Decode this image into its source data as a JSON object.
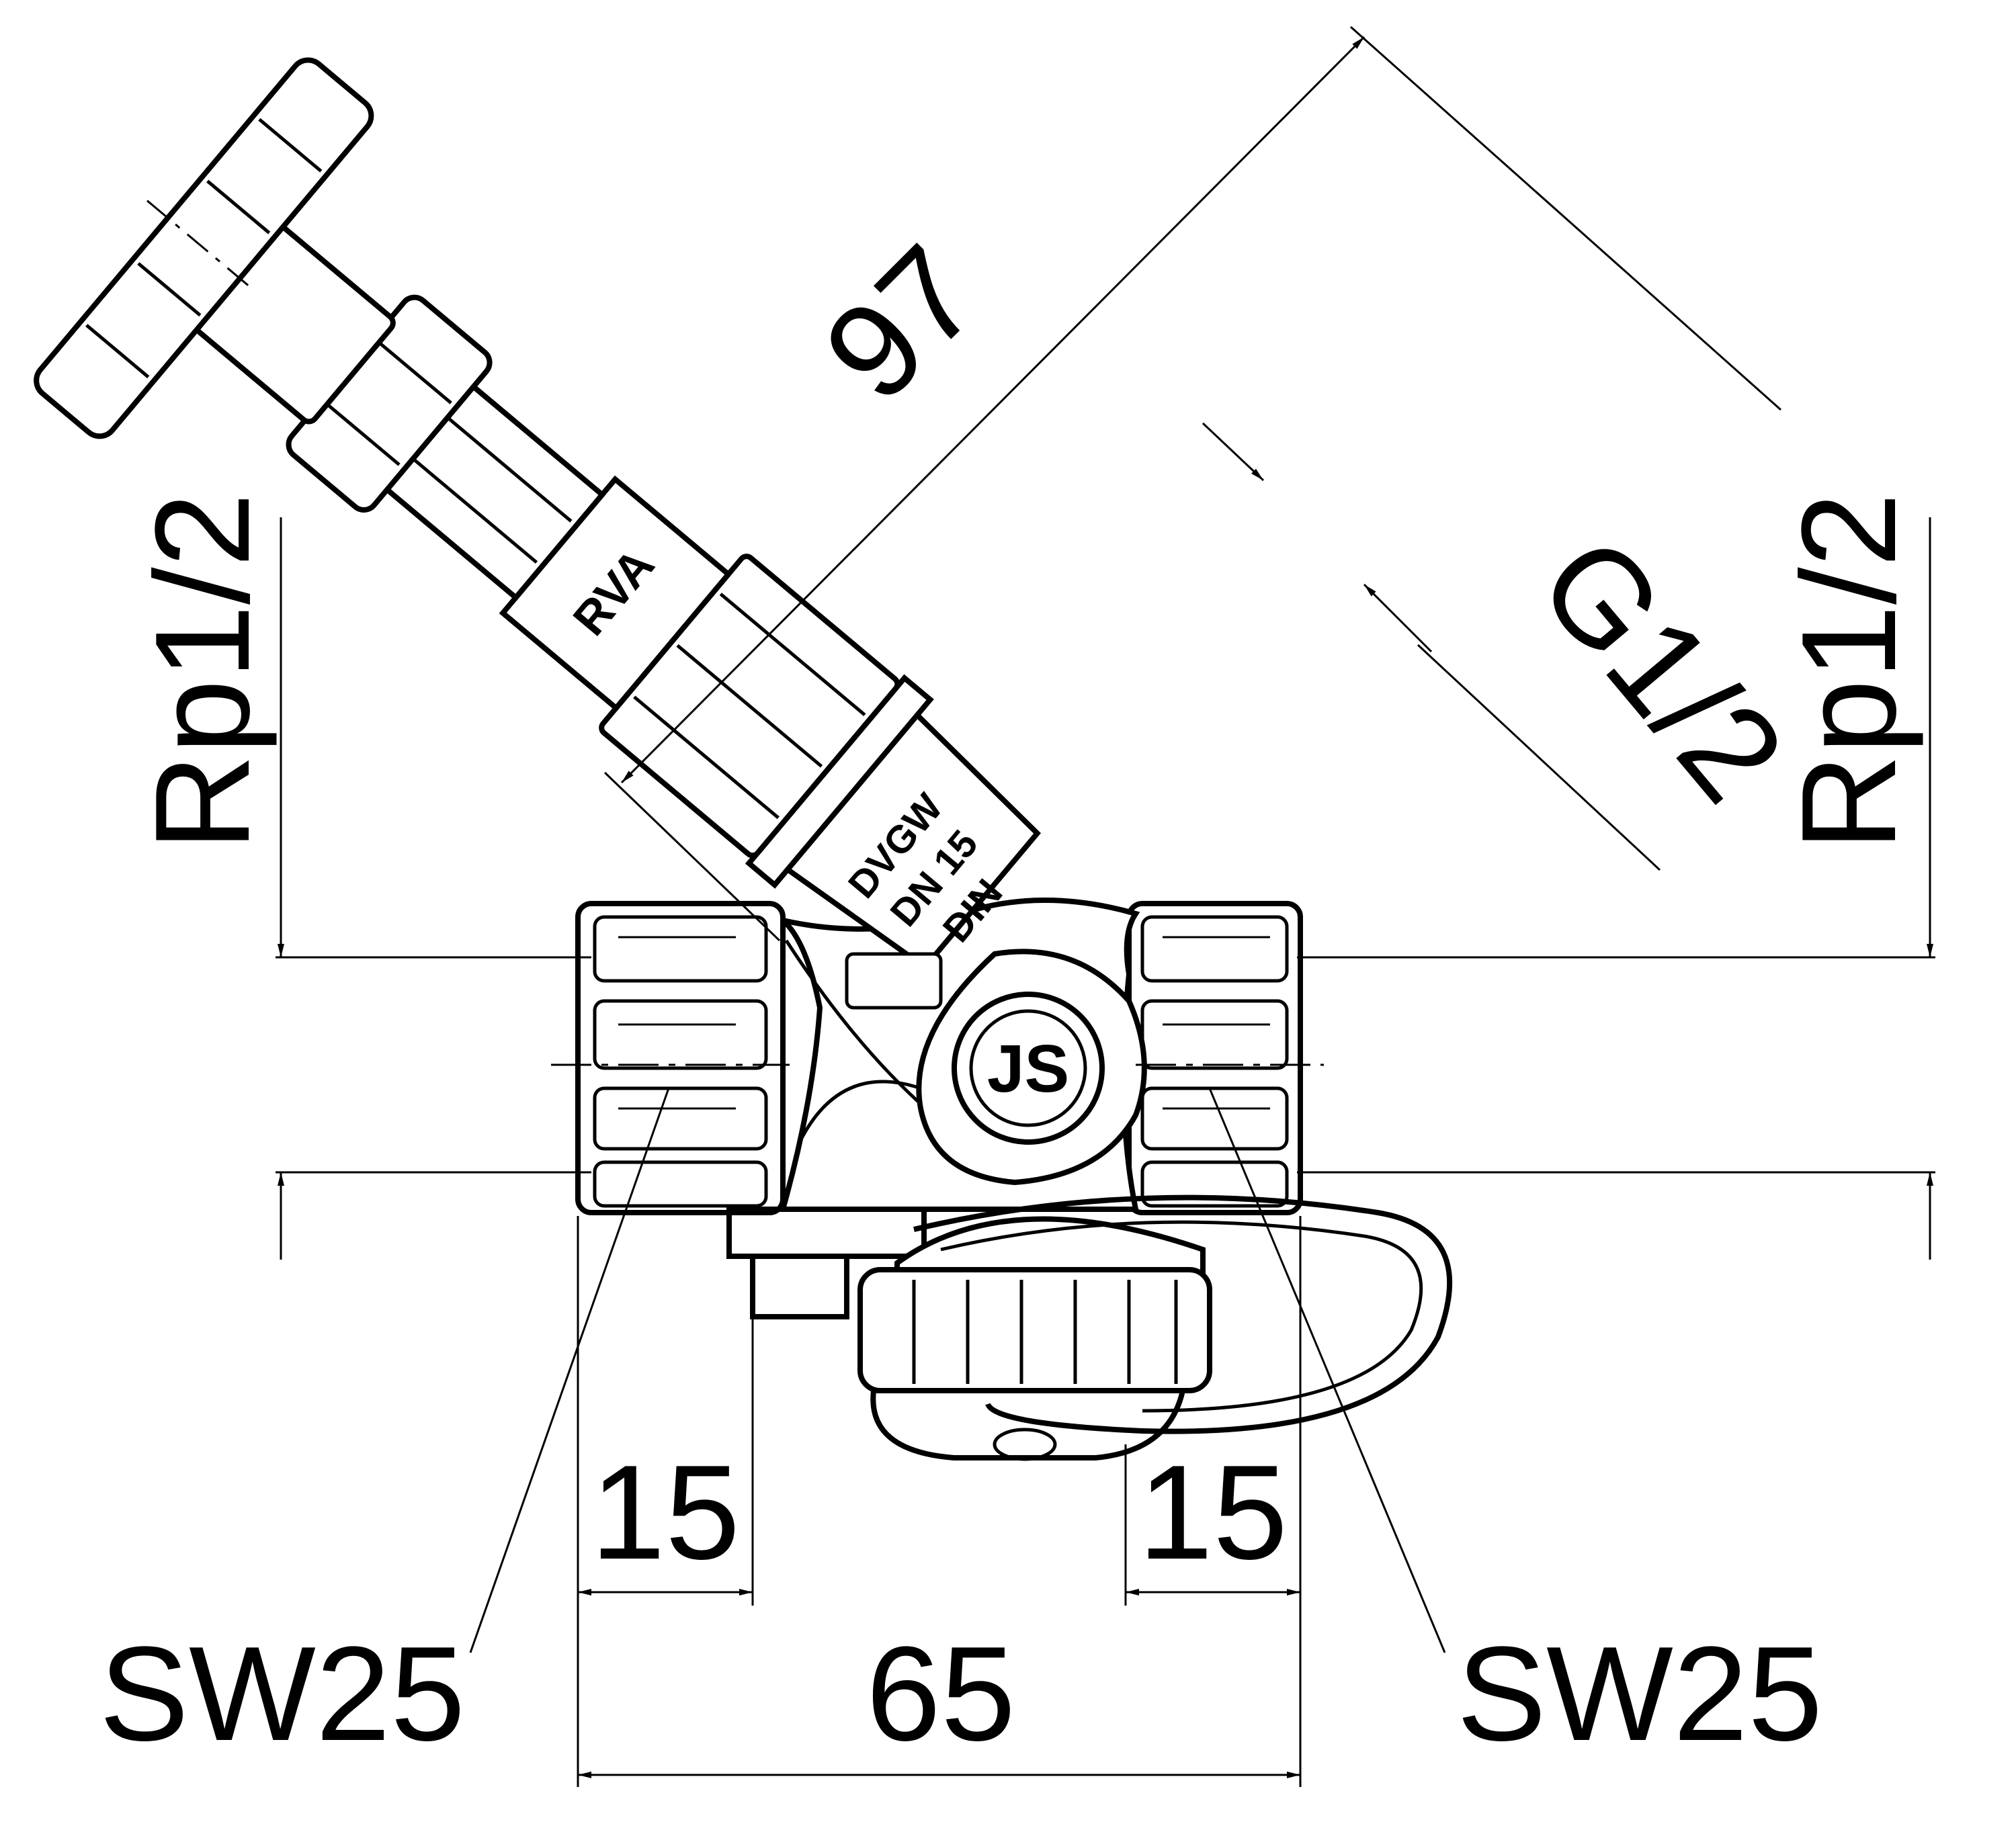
{
  "labels": {
    "overall_height": "97",
    "thread_left": "Rp1/2",
    "thread_right": "Rp1/2",
    "thread_bonnet": "G1/2",
    "length_total": "65",
    "thread_depth_left": "15",
    "thread_depth_right": "15",
    "wrench_left": "SW25",
    "wrench_right": "SW25"
  },
  "body_markings": {
    "bonnet": "RVA",
    "line1": "DVGW",
    "line2": "DN 15",
    "line3": "DIN",
    "logo": "JS"
  }
}
